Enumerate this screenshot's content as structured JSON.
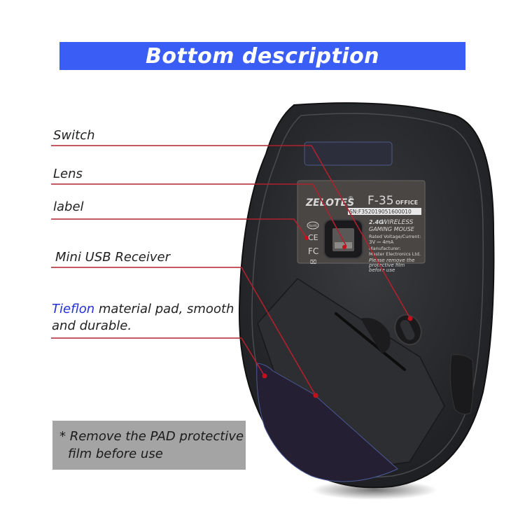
{
  "header": {
    "title": "Bottom description"
  },
  "callouts": [
    {
      "label": "Switch"
    },
    {
      "label": "Lens"
    },
    {
      "label": "label"
    },
    {
      "label": "Mini USB Receiver"
    },
    {
      "label_highlight": "Tieflon",
      "label_rest": " material pad, smooth",
      "label_line2": "and durable."
    }
  ],
  "note": {
    "line1": "* Remove the PAD protective",
    "line2": "film before use"
  },
  "product_label": {
    "brand": "ZELOTES",
    "registered": "®",
    "model": "F-35",
    "model_suffix": "OFFICE",
    "serial": "SN:F352019051600010",
    "badge": "2.4G",
    "line1": "WIRELESS",
    "line2": "GAMING MOUSE",
    "rated": "Rated Voltage/Current:",
    "rated_value": "3V ⎓ 4mA",
    "manufacturer_label": "Manufacturer:",
    "manufacturer": "Master Electronics Ltd.",
    "warning1": "Please remove the",
    "warning2": "protective film",
    "warning3": "before use",
    "certs": [
      "RoHS",
      "CE",
      "FC",
      "WEEE"
    ]
  },
  "colors": {
    "banner": "#3a5ef5",
    "leader": "#b0202e",
    "highlight": "#2431d8",
    "note_bg": "#a4a4a4"
  }
}
